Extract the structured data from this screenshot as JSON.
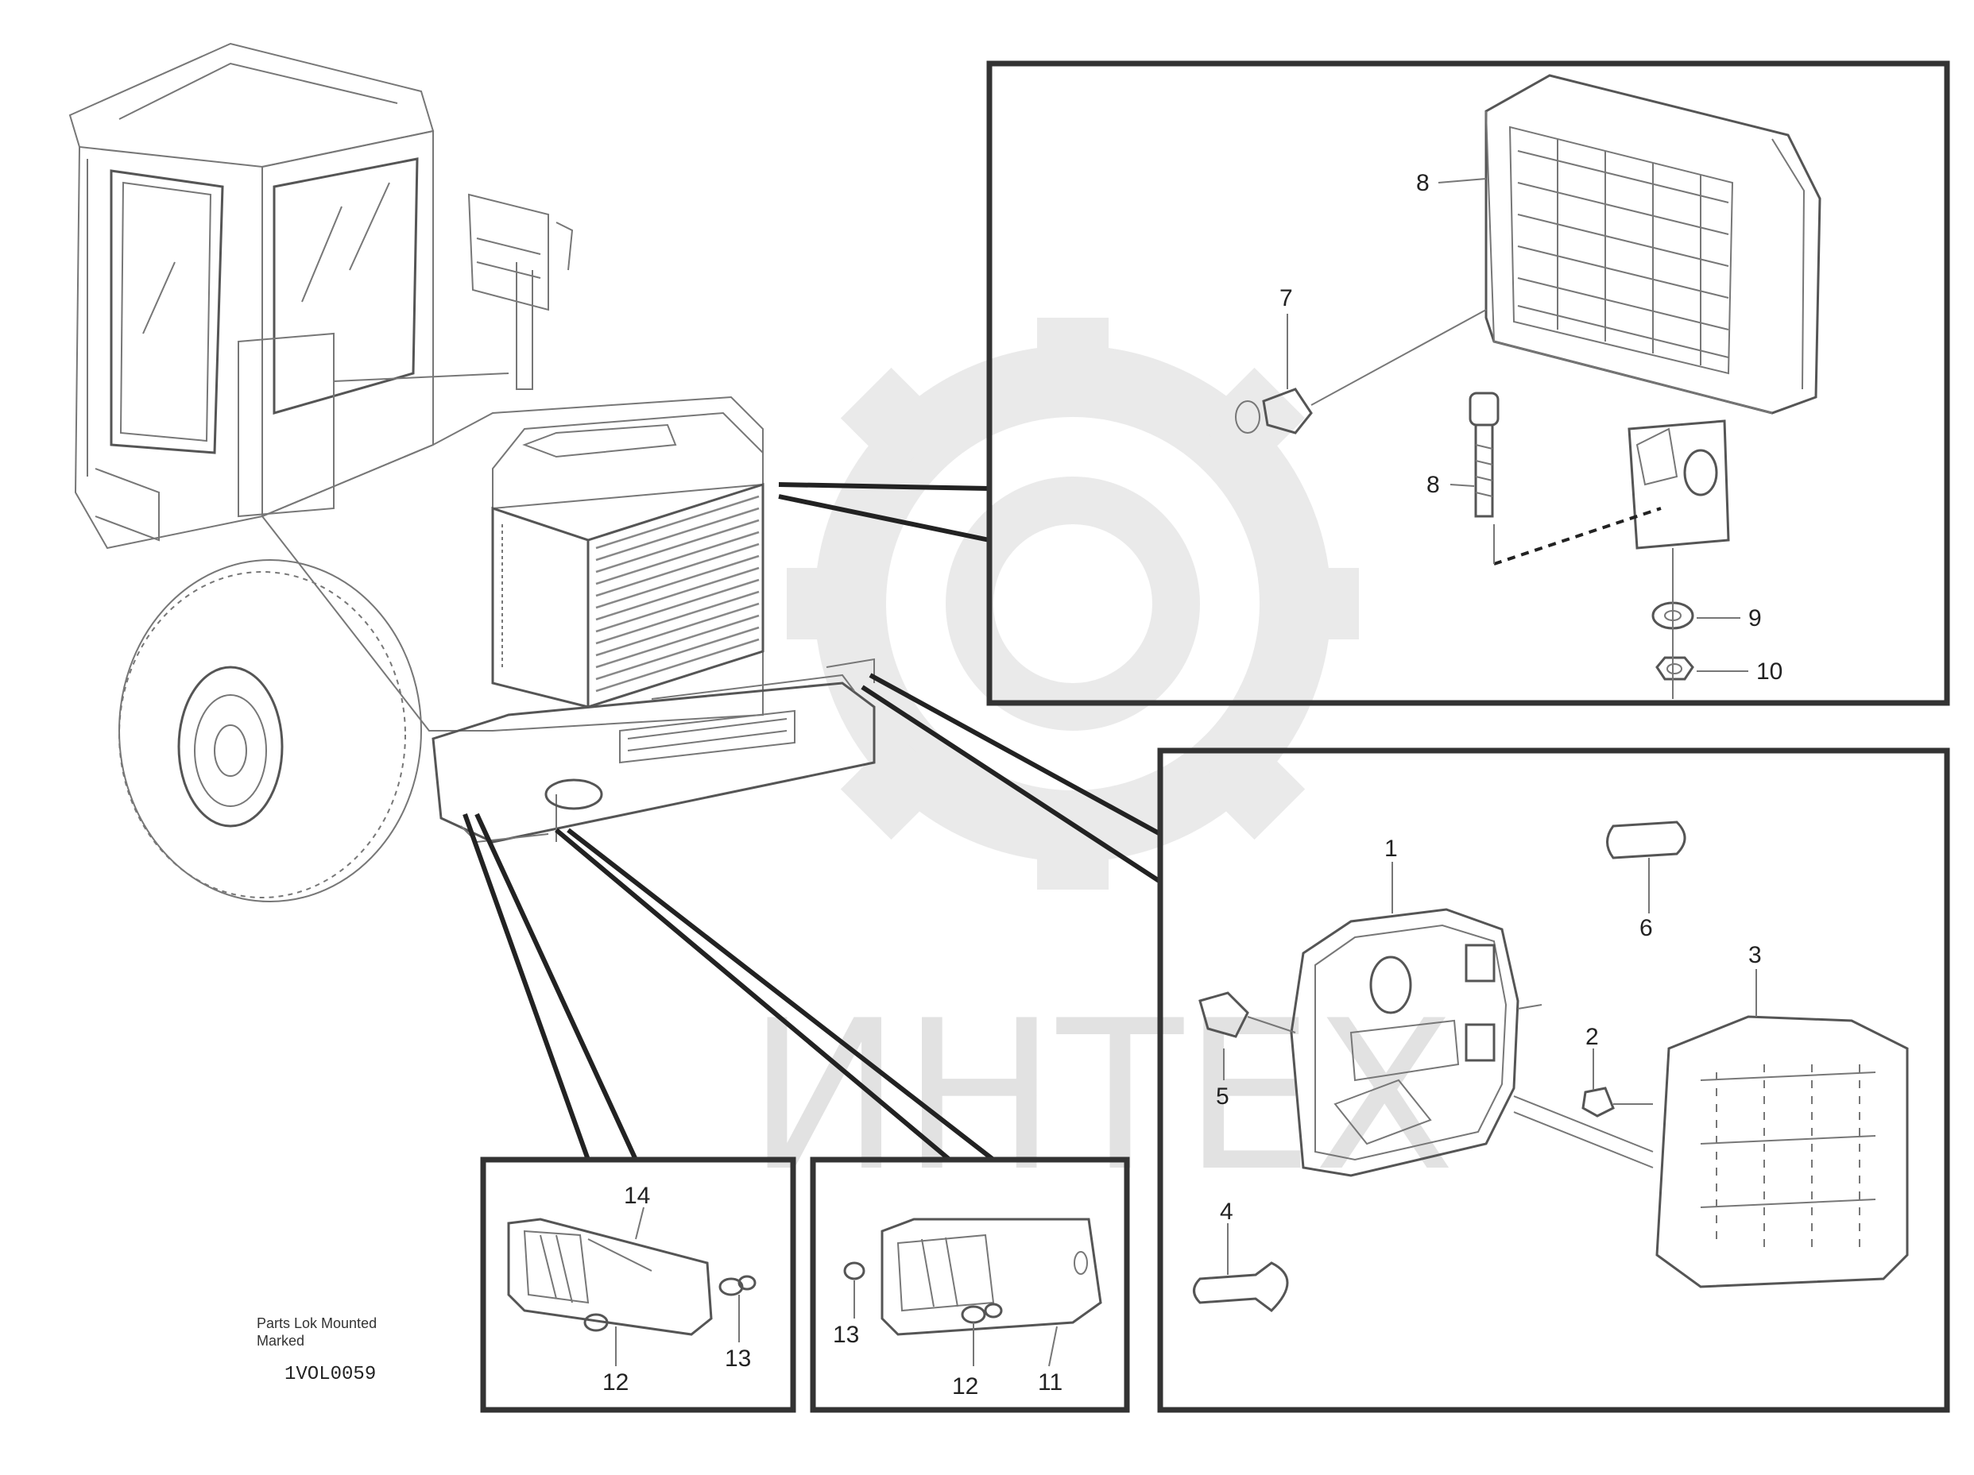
{
  "watermark": {
    "text": "ИНТЕХ",
    "color": "#d9d9d9",
    "icon": "gear-logo-icon"
  },
  "machine_caption": {
    "line1": "Parts Lok Mounted",
    "line2": "Marked",
    "ref": "1VOL0059"
  },
  "panels": {
    "work_lamp": {
      "callouts": [
        "8",
        "7",
        "8",
        "9",
        "10"
      ]
    },
    "tail_lamp": {
      "callouts": [
        "1",
        "6",
        "3",
        "5",
        "2",
        "4"
      ]
    },
    "side_marker_left": {
      "callouts": [
        "14",
        "12",
        "13"
      ]
    },
    "side_marker_right": {
      "callouts": [
        "13",
        "12",
        "11"
      ]
    }
  },
  "colors": {
    "line": "#555555",
    "frame": "#333333",
    "leader": "#222222"
  }
}
